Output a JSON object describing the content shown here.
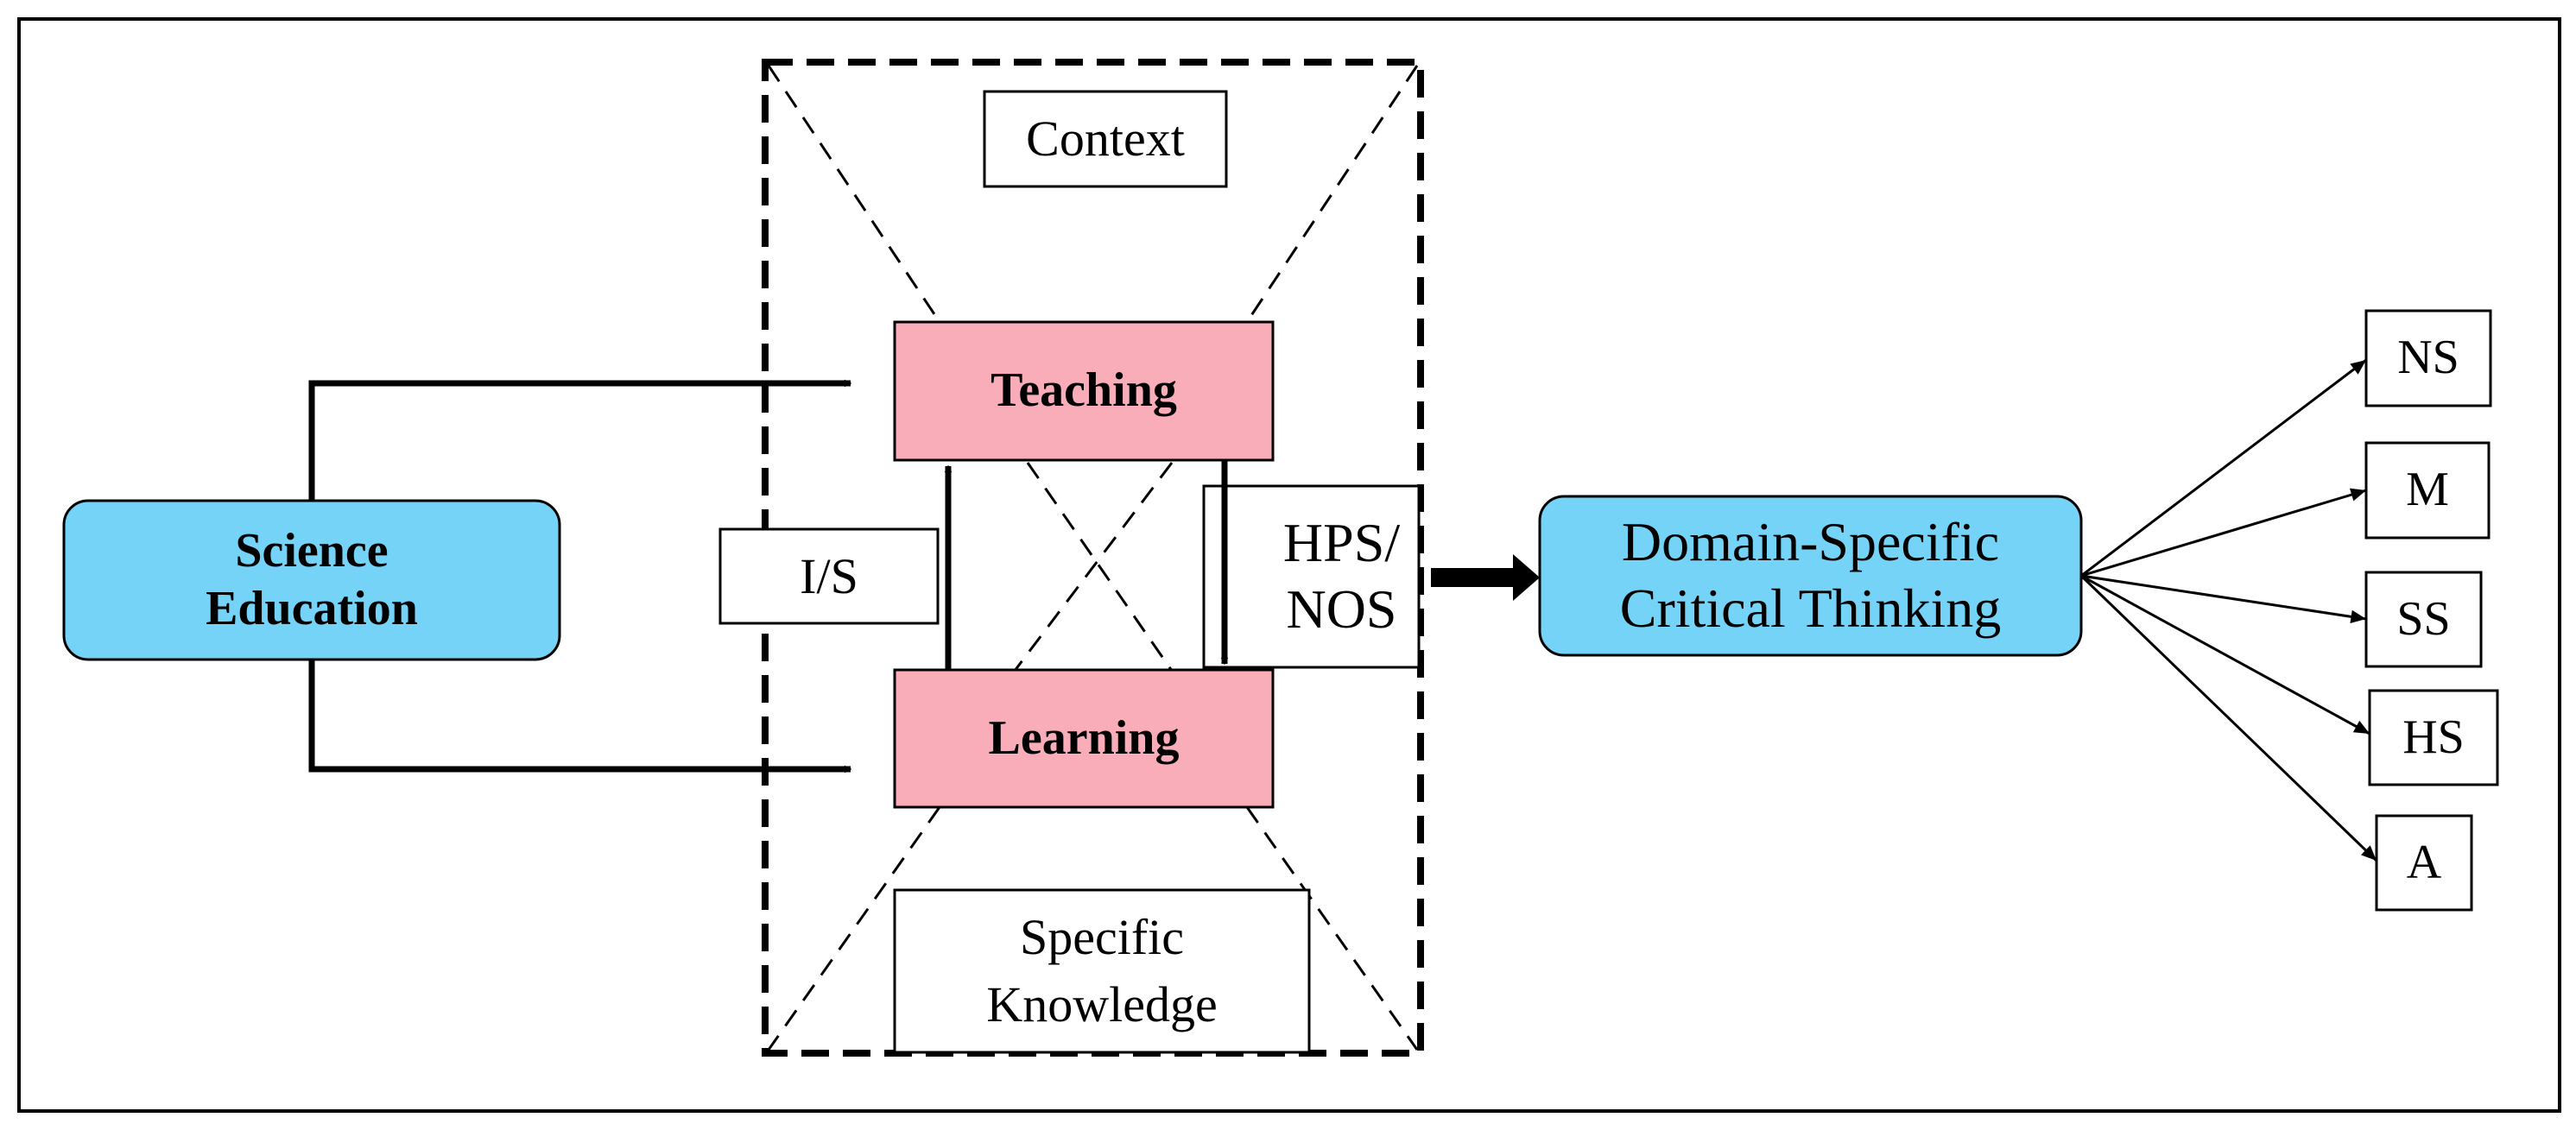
{
  "diagram": {
    "science_education": "Science\nEducation",
    "teaching": "Teaching",
    "learning": "Learning",
    "context": "Context",
    "specific_knowledge": "Specific\nKnowledge",
    "is_label": "I/S",
    "hps_nos": "HPS/\nNOS",
    "domain_specific": "Domain-Specific\nCritical Thinking",
    "outputs": [
      "NS",
      "M",
      "SS",
      "HS",
      "A"
    ]
  },
  "colors": {
    "blue_node": "#74d3f7",
    "pink_node": "#f9adb9",
    "stroke": "#000000",
    "background": "#ffffff"
  }
}
